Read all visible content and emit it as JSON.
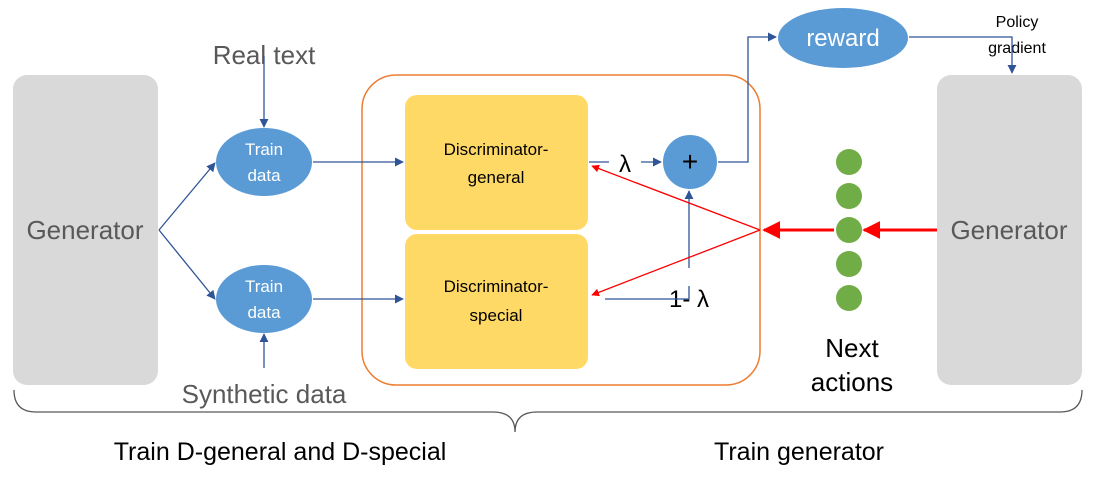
{
  "generator_left": "Generator",
  "generator_right": "Generator",
  "real_text": "Real text",
  "synthetic_data": "Synthetic data",
  "train_data_top": [
    "Train",
    "data"
  ],
  "train_data_bottom": [
    "Train",
    "data"
  ],
  "disc_general": [
    "Discriminator-",
    "general"
  ],
  "disc_special": [
    "Discriminator-",
    "special"
  ],
  "lambda": "λ",
  "one_minus_lambda": "1- λ",
  "plus": "+",
  "reward": "reward",
  "policy_gradient": [
    "Policy",
    "gradient"
  ],
  "next_actions": [
    "Next",
    "actions"
  ],
  "bracket_left": "Train D-general and D-special",
  "bracket_right": "Train generator",
  "colors": {
    "generator_fill": "#d9d9d9",
    "ellipse_fill": "#5b9bd5",
    "discriminator_fill": "#ffd966",
    "container_border": "#ed7d31",
    "action_dot": "#70ad47",
    "arrow_blue": "#2f5597",
    "arrow_red": "#ff0000"
  }
}
